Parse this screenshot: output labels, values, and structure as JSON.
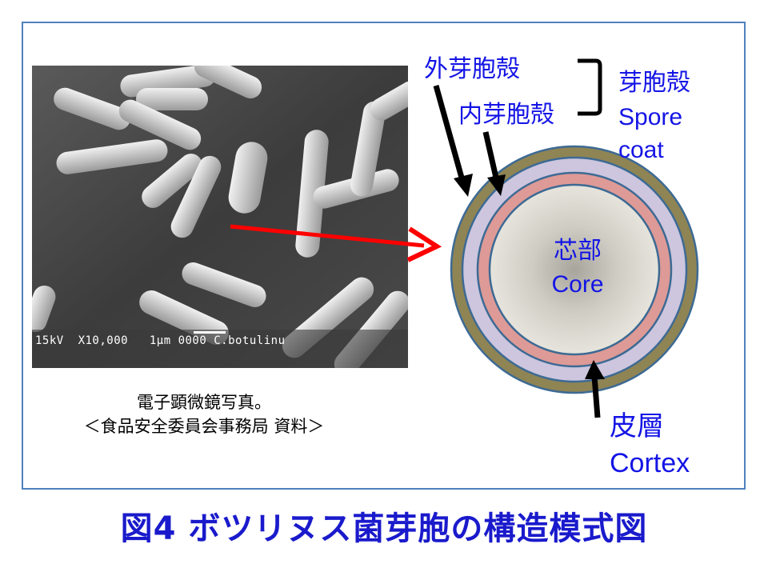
{
  "photo": {
    "sem_info": "15kV  X10,000   1µm 0000 C.botulinu",
    "caption_line1": "電子顕微鏡写真。",
    "caption_line2": "＜食品安全委員会事務局  資料＞"
  },
  "diagram": {
    "outer_coat": "外芽胞殻",
    "inner_coat": "内芽胞殻",
    "spore_coat_jp": "芽胞殻",
    "spore_coat_en1": "Spore",
    "spore_coat_en2": "coat",
    "core_jp": "芯部",
    "core_en": "Core",
    "cortex_jp": "皮層",
    "cortex_en": "Cortex",
    "colors": {
      "outer": "#8f8454",
      "lavender": "#cdc6de",
      "pink": "#de9a96",
      "core": "#dcdad0",
      "label": "#1414e6",
      "arrow": "#ff0000"
    }
  },
  "title": "図4  ボツリヌス菌芽胞の構造模式図"
}
